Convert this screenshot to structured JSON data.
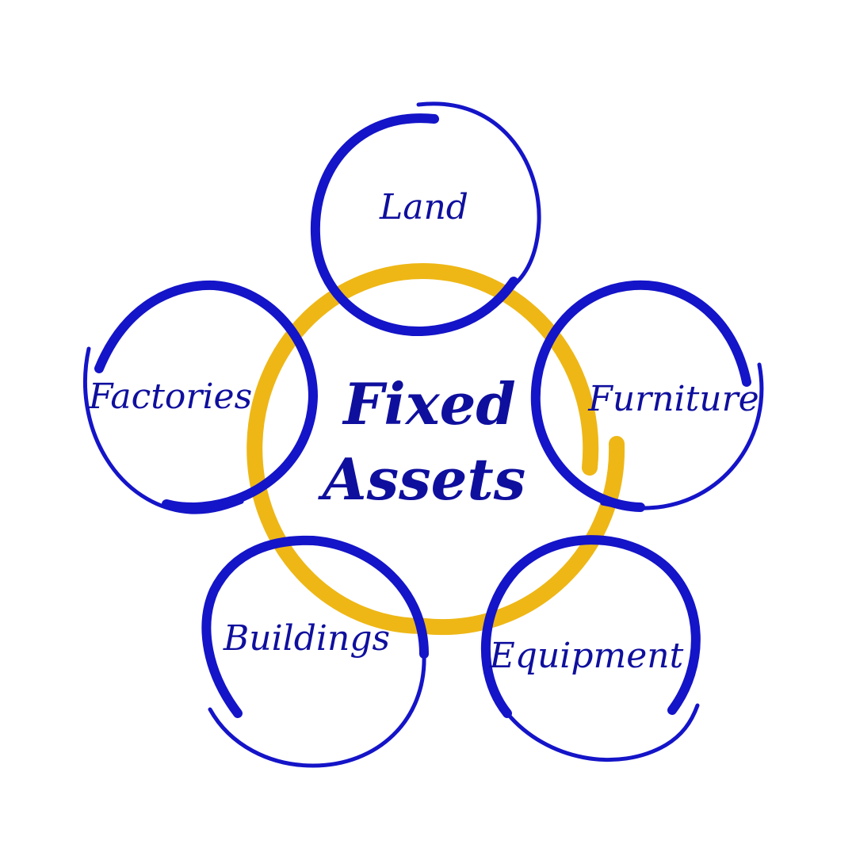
{
  "diagram": {
    "center_label": {
      "line1": "Fixed",
      "line2": "Assets"
    },
    "items": [
      {
        "label": "Land"
      },
      {
        "label": "Factories"
      },
      {
        "label": "Furniture"
      },
      {
        "label": "Buildings"
      },
      {
        "label": "Equipment"
      }
    ]
  },
  "colors": {
    "ring_blue": "#1414c8",
    "ring_gold": "#eeb716",
    "text": "#0f0f9e",
    "background": "#ffffff"
  }
}
